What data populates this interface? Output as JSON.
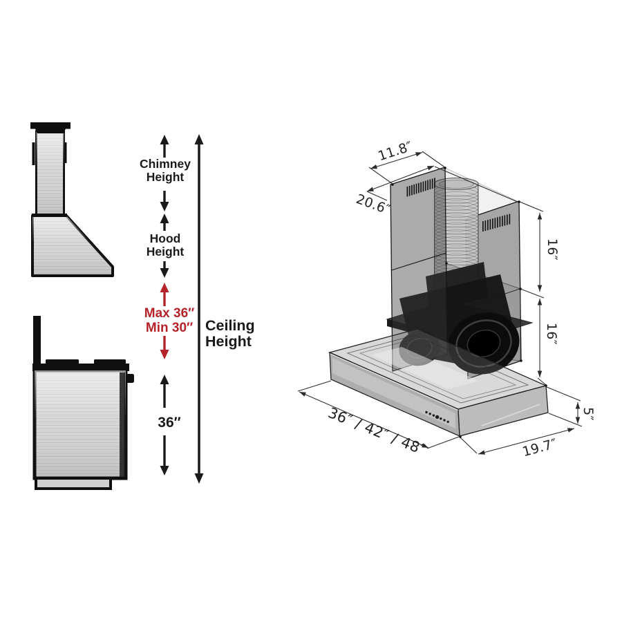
{
  "left_diagram": {
    "chimney_height": {
      "line1": "Chimney",
      "line2": "Height"
    },
    "hood_height": {
      "line1": "Hood",
      "line2": "Height"
    },
    "mount_range": {
      "max": "Max 36″",
      "min": "Min 30″"
    },
    "hood_to_cooktop": "36″",
    "ceiling_height": {
      "line1": "Ceiling",
      "line2": "Height"
    },
    "colors": {
      "annotation_red": "#b5232a",
      "ink": "#1a1a1a"
    }
  },
  "right_diagram": {
    "dimensions": {
      "chimney_width": "11.8″",
      "chimney_depth": "20.6″",
      "upper_chimney_height": "16″",
      "lower_chimney_height": "16″",
      "hood_width_options": "36″ / 42″ / 48″",
      "hood_depth": "19.7″",
      "hood_height": "5″"
    }
  }
}
